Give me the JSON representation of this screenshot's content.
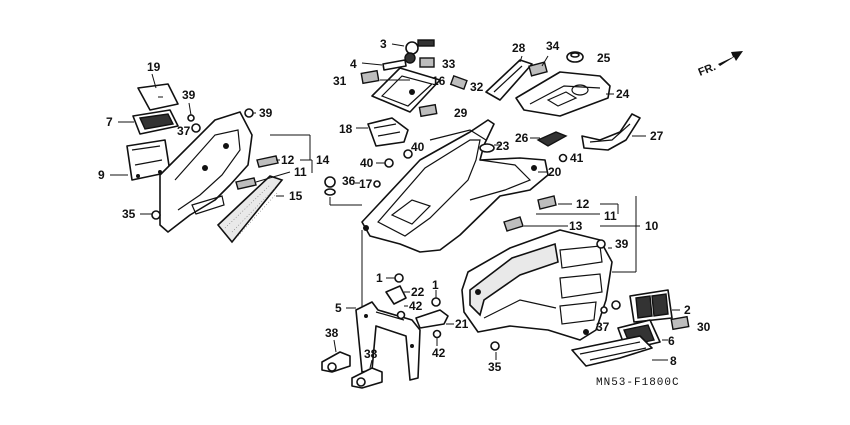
{
  "diagram": {
    "code": "MN53-F1800C",
    "direction_label": "FR.",
    "callouts": [
      "1",
      "2",
      "3",
      "4",
      "5",
      "6",
      "7",
      "8",
      "9",
      "10",
      "11",
      "12",
      "13",
      "14",
      "15",
      "16",
      "17",
      "18",
      "19",
      "20",
      "21",
      "22",
      "23",
      "24",
      "25",
      "26",
      "27",
      "28",
      "29",
      "30",
      "31",
      "32",
      "33",
      "34",
      "35",
      "36",
      "37",
      "38",
      "39",
      "40",
      "41",
      "42"
    ],
    "labels": {
      "n1a": "1",
      "n1b": "1",
      "n2": "2",
      "n3": "3",
      "n4": "4",
      "n5": "5",
      "n6": "6",
      "n7": "7",
      "n8": "8",
      "n9": "9",
      "n10": "10",
      "n11a": "11",
      "n11b": "11",
      "n12a": "12",
      "n12b": "12",
      "n13": "13",
      "n14": "14",
      "n15": "15",
      "n16": "16",
      "n17": "17",
      "n18": "18",
      "n19": "19",
      "n20": "20",
      "n21": "21",
      "n22": "22",
      "n23": "23",
      "n24": "24",
      "n25": "25",
      "n26": "26",
      "n27": "27",
      "n28": "28",
      "n29": "29",
      "n30": "30",
      "n31": "31",
      "n32": "32",
      "n33": "33",
      "n34": "34",
      "n35a": "35",
      "n35b": "35",
      "n36": "36",
      "n37a": "37",
      "n37b": "37",
      "n38a": "38",
      "n38b": "38",
      "n39a": "39",
      "n39b": "39",
      "n39c": "39",
      "n40a": "40",
      "n40b": "40",
      "n41": "41",
      "n42a": "42",
      "n42b": "42"
    }
  }
}
